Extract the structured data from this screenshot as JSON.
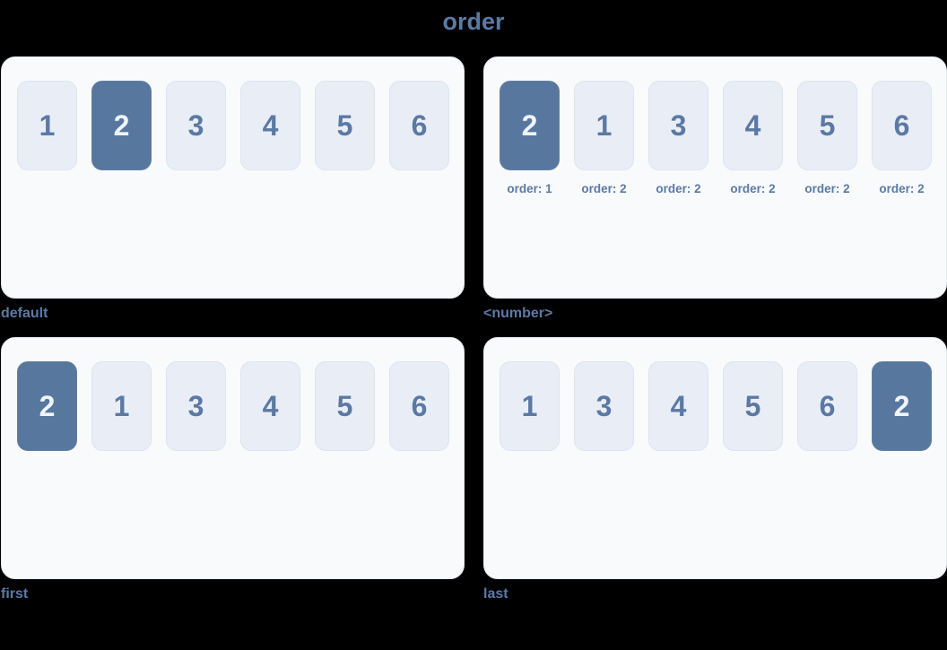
{
  "title": "order",
  "colors": {
    "background": "#000000",
    "accent_text": "#5b7aa6",
    "panel_bg": "#f8fafc",
    "panel_border": "#e4e9f1",
    "item_bg": "#e9eef6",
    "item_border": "#dde4f0",
    "item_text": "#5b79a3",
    "highlight_bg": "#58779f",
    "highlight_border": "#62809f",
    "highlight_text": "#eff4fa"
  },
  "panels": [
    {
      "label": "default",
      "items": [
        {
          "value": "1"
        },
        {
          "value": "2",
          "highlighted": true
        },
        {
          "value": "3"
        },
        {
          "value": "4"
        },
        {
          "value": "5"
        },
        {
          "value": "6"
        }
      ]
    },
    {
      "label": "<number>",
      "items": [
        {
          "value": "2",
          "highlighted": true,
          "order_label": "order: 1"
        },
        {
          "value": "1",
          "order_label": "order: 2"
        },
        {
          "value": "3",
          "order_label": "order: 2"
        },
        {
          "value": "4",
          "order_label": "order: 2"
        },
        {
          "value": "5",
          "order_label": "order: 2"
        },
        {
          "value": "6",
          "order_label": "order: 2"
        }
      ]
    },
    {
      "label": "first",
      "items": [
        {
          "value": "2",
          "highlighted": true
        },
        {
          "value": "1"
        },
        {
          "value": "3"
        },
        {
          "value": "4"
        },
        {
          "value": "5"
        },
        {
          "value": "6"
        }
      ]
    },
    {
      "label": "last",
      "items": [
        {
          "value": "1"
        },
        {
          "value": "3"
        },
        {
          "value": "4"
        },
        {
          "value": "5"
        },
        {
          "value": "6"
        },
        {
          "value": "2",
          "highlighted": true
        }
      ]
    }
  ]
}
